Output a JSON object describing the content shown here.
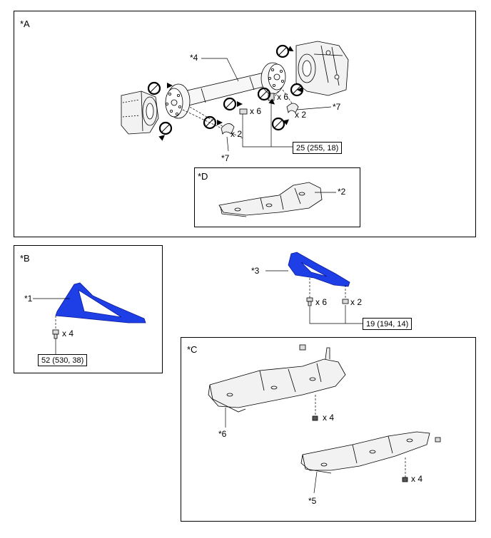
{
  "panels": {
    "a": {
      "label": "*A"
    },
    "b": {
      "label": "*B"
    },
    "c": {
      "label": "*C"
    },
    "d": {
      "label": "*D"
    }
  },
  "callouts": {
    "c1": "*1",
    "c2": "*2",
    "c3": "*3",
    "c4": "*4",
    "c5": "*5",
    "c6": "*6",
    "c7a": "*7",
    "c7b": "*7"
  },
  "quantities": {
    "a_bolt_left": "x 6",
    "a_bolt_right": "x 6",
    "a_clamp_left": "x 2",
    "a_clamp_right": "x 2",
    "b_bolts": "x 4",
    "top_bolts": "x 6",
    "top_nuts": "x 2",
    "c_cover6": "x 4",
    "c_cover5": "x 4"
  },
  "torques": {
    "a": "25 (255, 18)",
    "b": "52 (530, 38)",
    "top": "19 (194, 14)"
  },
  "colors": {
    "highlight": "#1f3fe6",
    "line": "#000000",
    "part_fill": "#f2f2f2"
  },
  "icons": [
    "do-not-reuse-icon",
    "bolt-icon",
    "nut-icon",
    "clamp-icon"
  ]
}
